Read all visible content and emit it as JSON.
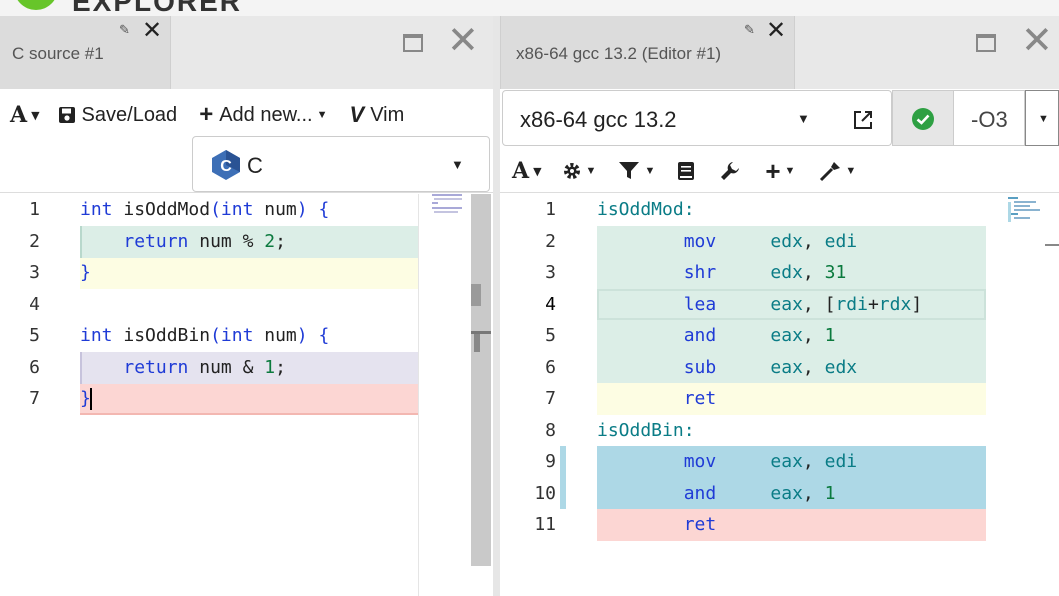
{
  "app": {
    "logo_text": "EXPLORER"
  },
  "left": {
    "tab_title": "C source #1",
    "toolbar": {
      "font_icon_label": "A",
      "save_label": "Save/Load",
      "add_new_label": "Add new...",
      "vim_label": "Vim"
    },
    "language": "C",
    "lines": [
      {
        "n": "1",
        "text": "int isOddMod(int num) {"
      },
      {
        "n": "2",
        "text": "    return num % 2;"
      },
      {
        "n": "3",
        "text": "}"
      },
      {
        "n": "4",
        "text": ""
      },
      {
        "n": "5",
        "text": "int isOddBin(int num) {"
      },
      {
        "n": "6",
        "text": "    return num & 1;"
      },
      {
        "n": "7",
        "text": "}"
      }
    ],
    "highlight_colors": {
      "green": "#dceee7",
      "yellow": "#fdfde3",
      "purple": "#e5e3ef",
      "red": "#fcd6d3"
    }
  },
  "right": {
    "tab_title": "x86-64 gcc 13.2 (Editor #1)",
    "compiler": "x86-64 gcc 13.2",
    "options": "-O3",
    "status_color": "#2ea043",
    "lines": [
      {
        "n": "1",
        "text": "isOddMod:"
      },
      {
        "n": "2",
        "text": "        mov     edx, edi"
      },
      {
        "n": "3",
        "text": "        shr     edx, 31"
      },
      {
        "n": "4",
        "text": "        lea     eax, [rdi+rdx]"
      },
      {
        "n": "5",
        "text": "        and     eax, 1"
      },
      {
        "n": "6",
        "text": "        sub     eax, edx"
      },
      {
        "n": "7",
        "text": "        ret"
      },
      {
        "n": "8",
        "text": "isOddBin:"
      },
      {
        "n": "9",
        "text": "        mov     eax, edi"
      },
      {
        "n": "10",
        "text": "        and     eax, 1"
      },
      {
        "n": "11",
        "text": "        ret"
      }
    ],
    "highlight_colors": {
      "green": "#dceee7",
      "yellow": "#fdfde3",
      "blue": "#add8e6",
      "red": "#fcd6d3"
    }
  }
}
